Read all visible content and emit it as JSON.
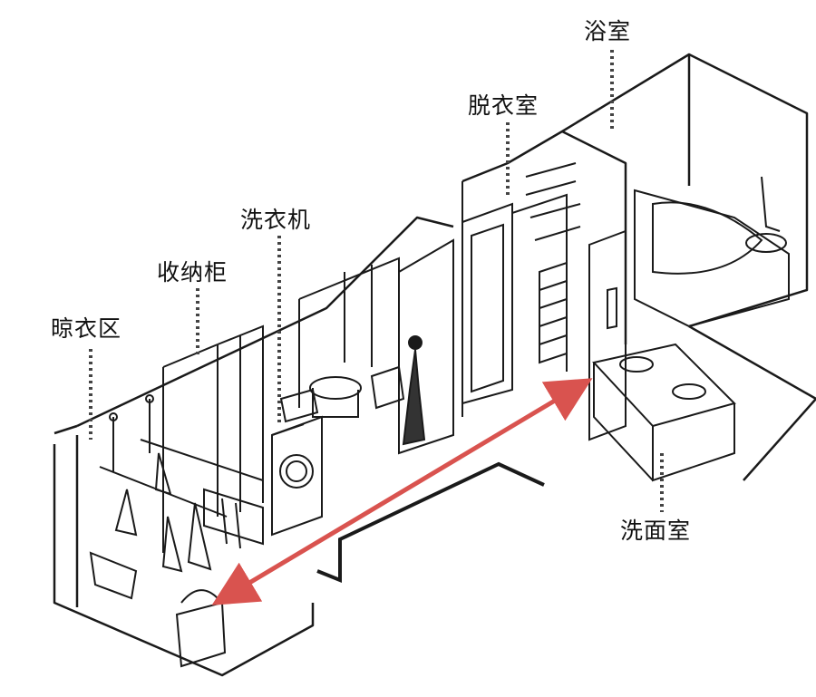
{
  "labels": {
    "bathroom": "浴室",
    "dressing_room": "脱衣室",
    "washing_machine": "洗衣机",
    "storage_cabinet": "收纳柜",
    "drying_area": "晾衣区",
    "washroom": "洗面室"
  },
  "colors": {
    "line": "#1a1a1a",
    "arrow": "#d9534f",
    "leader": "#444444",
    "background": "#ffffff"
  }
}
